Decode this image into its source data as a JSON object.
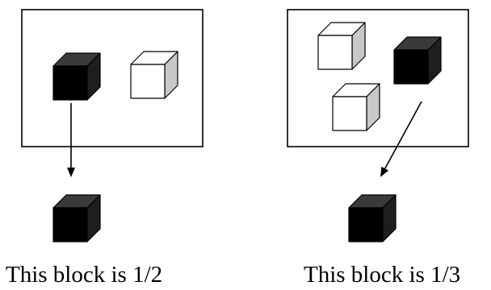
{
  "panels": [
    {
      "caption": "This block is 1/2",
      "blocks": [
        "black",
        "white"
      ]
    },
    {
      "caption": "This block is 1/3",
      "blocks": [
        "white",
        "black",
        "white"
      ]
    }
  ],
  "colors": {
    "black_front": "#000000",
    "black_top": "#3a3a3a",
    "black_side": "#1e1e1e",
    "white_front": "#ffffff",
    "white_top": "#ffffff",
    "white_side": "#c8c8c8",
    "line": "#000000"
  }
}
